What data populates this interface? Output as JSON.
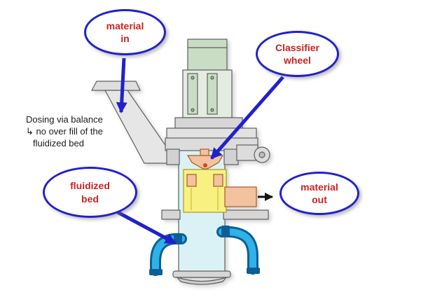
{
  "callouts": {
    "material_in": {
      "line1": "material",
      "line2": "in"
    },
    "classifier_wheel": {
      "line1": "Classifier",
      "line2": "wheel"
    },
    "fluidized_bed": {
      "line1": "fluidized",
      "line2": "bed"
    },
    "material_out": {
      "line1": "material",
      "line2": "out"
    }
  },
  "note": {
    "line1": "Dosing via balance",
    "line2": "↳ no over fill of the",
    "line3": "fluidized bed"
  },
  "colors": {
    "callout_border": "#2121cc",
    "callout_text": "#cc2222",
    "arrow_blue": "#2121cc",
    "arrow_black": "#141414",
    "motor_green": "#c9dcc4",
    "vessel_cyan": "#daf2f6",
    "chamber_yellow": "#f8f182",
    "part_salmon": "#f3c29e",
    "pipe_blue": "#2fb2e8",
    "metal_gray": "#dcdcdc"
  }
}
